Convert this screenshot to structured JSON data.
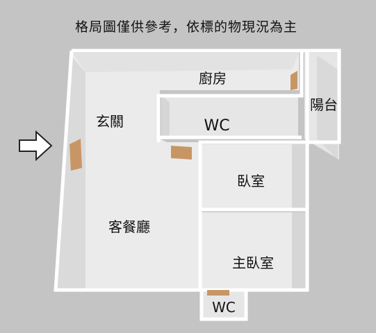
{
  "title": "格局圖僅供參考，依標的物現況為主",
  "rooms": {
    "kitchen": "廚房",
    "balcony": "陽台",
    "entrance": "玄關",
    "wc_upper": "WC",
    "bedroom": "臥室",
    "living_dining": "客餐廳",
    "master_bedroom": "主臥室",
    "wc_lower": "WC"
  },
  "colors": {
    "background": "#c4c4c4",
    "wall": "#ffffff",
    "floor": "#ebebeb",
    "wall_inner": "#dadada",
    "door": "#c89664",
    "text": "#111111"
  },
  "icons": {
    "entry": "arrow-right-icon"
  }
}
